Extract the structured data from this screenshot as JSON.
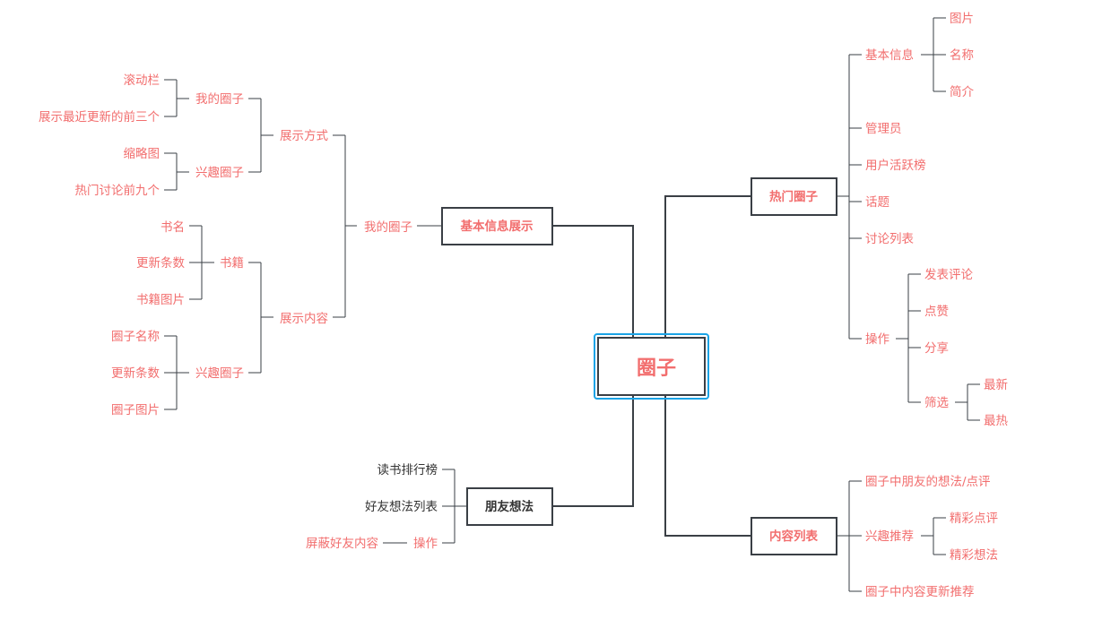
{
  "root": {
    "label": "圈子"
  },
  "branches": {
    "basic_info": {
      "label": "基本信息展示",
      "child": "我的圈子",
      "display_method": {
        "label": "展示方式",
        "my_circle": {
          "label": "我的圈子",
          "items": [
            "滚动栏",
            "展示最近更新的前三个"
          ]
        },
        "interest_circle": {
          "label": "兴趣圈子",
          "items": [
            "缩略图",
            "热门讨论前九个"
          ]
        }
      },
      "display_content": {
        "label": "展示内容",
        "books": {
          "label": "书籍",
          "items": [
            "书名",
            "更新条数",
            "书籍图片"
          ]
        },
        "interest_circle": {
          "label": "兴趣圈子",
          "items": [
            "圈子名称",
            "更新条数",
            "圈子图片"
          ]
        }
      }
    },
    "friend_thoughts": {
      "label": "朋友想法",
      "items": [
        "读书排行榜",
        "好友想法列表"
      ],
      "operation": {
        "label": "操作",
        "item": "屏蔽好友内容"
      }
    },
    "hot_circles": {
      "label": "热门圈子",
      "basic_info": {
        "label": "基本信息",
        "items": [
          "图片",
          "名称",
          "简介"
        ]
      },
      "items": [
        "管理员",
        "用户活跃榜",
        "话题",
        "讨论列表"
      ],
      "operation": {
        "label": "操作",
        "items": [
          "发表评论",
          "点赞",
          "分享"
        ],
        "filter": {
          "label": "筛选",
          "items": [
            "最新",
            "最热"
          ]
        }
      }
    },
    "content_list": {
      "label": "内容列表",
      "item_first": "圈子中朋友的想法/点评",
      "interest_recommend": {
        "label": "兴趣推荐",
        "items": [
          "精彩点评",
          "精彩想法"
        ]
      },
      "item_last": "圈子中内容更新推荐"
    }
  },
  "colors": {
    "text_accent": "#f26e6e",
    "text_dark": "#333333",
    "line": "#3a3f45",
    "selection": "#1aa3e6"
  }
}
